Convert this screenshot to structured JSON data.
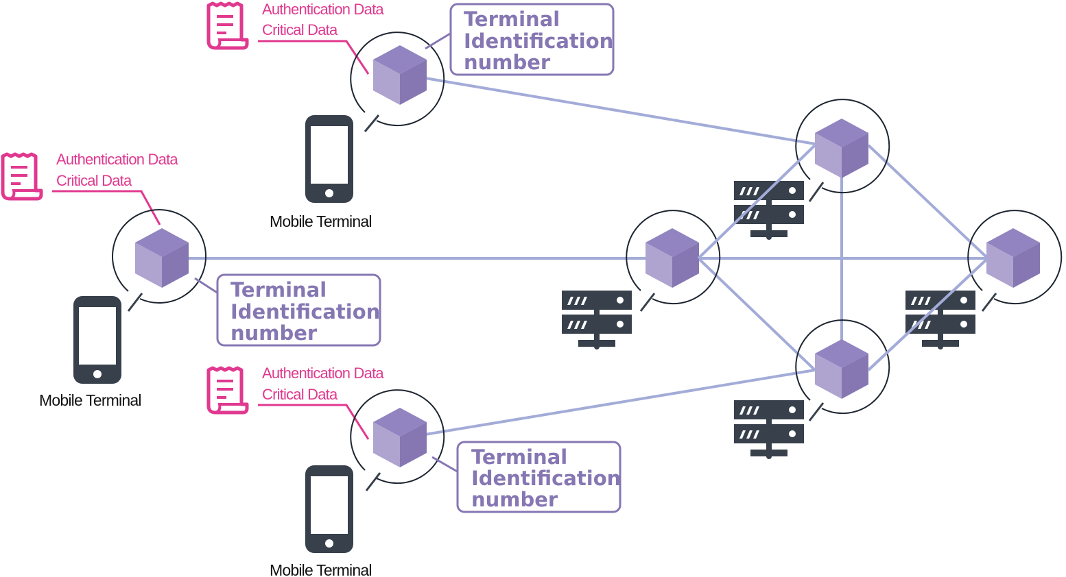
{
  "diagram": {
    "title": "",
    "colors": {
      "link": "#a3acd8",
      "cube_top": "#9184c0",
      "cube_left": "#afa3d0",
      "cube_right": "#8677b3",
      "ring": "#1d2530",
      "device": "#37404b",
      "pink_accent": "#e0398f",
      "purple_label": "#8677b3",
      "text_dark": "#111111"
    },
    "terminals": [
      {
        "id": "terminal-top",
        "device_icon": "smartphone-icon",
        "device_label": "Mobile Terminal",
        "data_icon": "receipt-icon",
        "data_lines": [
          "Authentication Data",
          "Critical Data"
        ],
        "id_label_lines": [
          "Terminal",
          "Identification",
          "number"
        ]
      },
      {
        "id": "terminal-left",
        "device_icon": "smartphone-icon",
        "device_label": "Mobile Terminal",
        "data_icon": "receipt-icon",
        "data_lines": [
          "Authentication Data",
          "Critical Data"
        ],
        "id_label_lines": [
          "Terminal",
          "Identification",
          "number"
        ]
      },
      {
        "id": "terminal-bottom",
        "device_icon": "smartphone-icon",
        "device_label": "Mobile Terminal",
        "data_icon": "receipt-icon",
        "data_lines": [
          "Authentication Data",
          "Critical Data"
        ],
        "id_label_lines": [
          "Terminal",
          "Identification",
          "number"
        ]
      }
    ],
    "server_nodes": [
      {
        "id": "server-left",
        "icon": "server-icon"
      },
      {
        "id": "server-top",
        "icon": "server-icon"
      },
      {
        "id": "server-right",
        "icon": "server-icon"
      },
      {
        "id": "server-bottom",
        "icon": "server-icon"
      }
    ],
    "links": [
      [
        "terminal-top",
        "server-top"
      ],
      [
        "terminal-left",
        "server-left"
      ],
      [
        "terminal-bottom",
        "server-bottom"
      ],
      [
        "server-left",
        "server-top"
      ],
      [
        "server-left",
        "server-right"
      ],
      [
        "server-left",
        "server-bottom"
      ],
      [
        "server-top",
        "server-bottom"
      ],
      [
        "server-top",
        "server-right"
      ],
      [
        "server-bottom",
        "server-right"
      ]
    ]
  }
}
